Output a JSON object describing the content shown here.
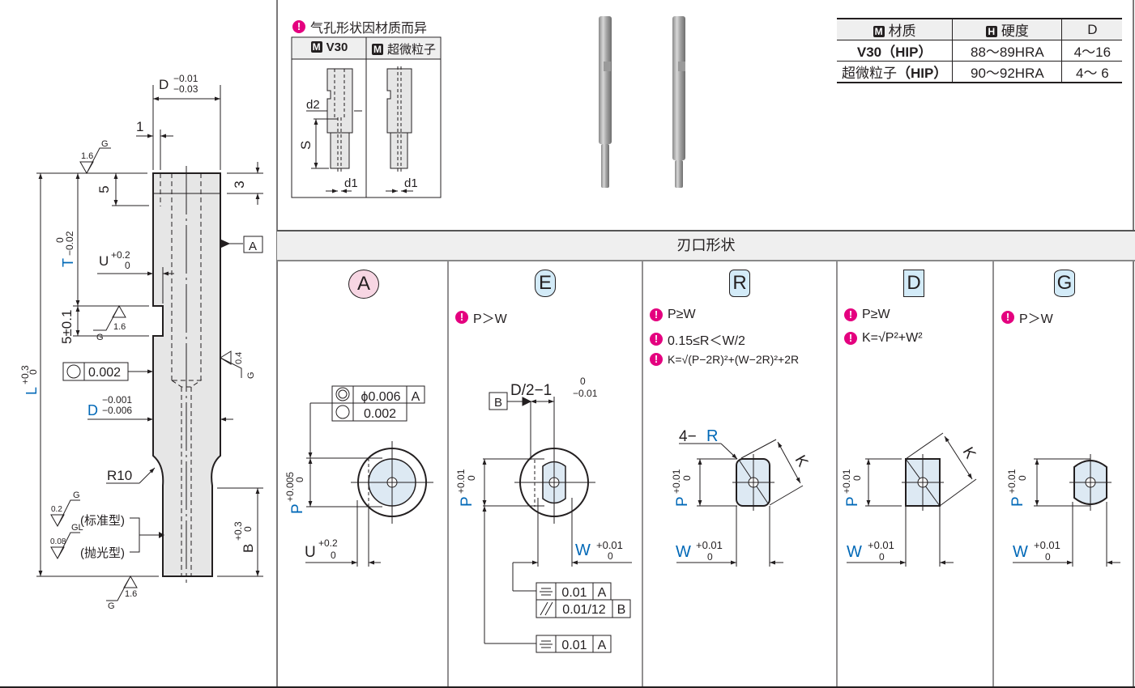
{
  "main_drawing": {
    "dim_D_top": {
      "label": "D",
      "upper": "−0.01",
      "lower": "−0.03"
    },
    "dim_1": "1",
    "dim_3": "3",
    "dim_5_top": "5",
    "dim_T": {
      "label": "T",
      "upper": "0",
      "lower": "−0.02"
    },
    "dim_U": {
      "label": "U",
      "upper": "+0.2",
      "lower": "0"
    },
    "dim_5_slot": "5±0.1",
    "dim_L": {
      "label": "L",
      "upper": "+0.3",
      "lower": "0"
    },
    "dim_D_mid": {
      "label": "D",
      "upper": "−0.001",
      "lower": "−0.006"
    },
    "dim_B": {
      "label": "B",
      "upper": "+0.3",
      "lower": "0"
    },
    "radius": "R10",
    "datum": "A",
    "roundness": "0.002",
    "roughness_top": {
      "value": "1.6",
      "process": "G"
    },
    "roughness_slot": {
      "value": "1.6",
      "process": "G"
    },
    "roughness_side": {
      "value": "0.4",
      "process": "G"
    },
    "roughness_bottom": {
      "value": "1.6",
      "process": "G"
    },
    "finish_standard": {
      "value": "0.2",
      "process": "G",
      "label": "(标准型)"
    },
    "finish_polished": {
      "value": "0.08",
      "process": "GL",
      "label": "(抛光型)"
    }
  },
  "vent_hole": {
    "note": "气孔形状因材质而异",
    "col1": {
      "badge": "M",
      "label": "V30"
    },
    "col2": {
      "badge": "M",
      "label": "超微粒子"
    },
    "labels": {
      "d2": "d2",
      "S": "S",
      "d1": "d1"
    }
  },
  "material_table": {
    "headers": [
      {
        "badge": "M",
        "label": "材质"
      },
      {
        "badge": "H",
        "label": "硬度"
      },
      {
        "badge": "",
        "label": "D"
      }
    ],
    "rows": [
      {
        "material": "V30",
        "suffix": "（HIP）",
        "hardness": "88～89HRA",
        "d": "4～16",
        "bold": true
      },
      {
        "material": "超微粒子",
        "suffix": "（HIP）",
        "hardness": "90～92HRA",
        "d": "4～ 6",
        "bold": false
      }
    ]
  },
  "section_title": "刃口形状",
  "shapes": [
    {
      "id": "A",
      "color": "#f7d6e3",
      "notes": [],
      "tolerance_frame": [
        {
          "symbol": "concentricity",
          "value": "ϕ0.006",
          "datum": "A"
        },
        {
          "symbol": "roundness",
          "value": "0.002",
          "datum": ""
        }
      ],
      "dim_P": {
        "label": "P",
        "upper": "+0.005",
        "lower": "0"
      },
      "dim_U": {
        "label": "U",
        "upper": "+0.2",
        "lower": "0"
      }
    },
    {
      "id": "E",
      "color": "#d3ebf8",
      "notes": [
        "P＞W"
      ],
      "dim_top": {
        "label": "D/2−1",
        "upper": "0",
        "lower": "−0.01"
      },
      "datum": "B",
      "dim_P": {
        "label": "P",
        "upper": "+0.01",
        "lower": "0"
      },
      "dim_W": {
        "label": "W",
        "upper": "+0.01",
        "lower": "0"
      },
      "tolerance_frame": [
        {
          "symbol": "symmetry",
          "value": "0.01",
          "datum": "A"
        },
        {
          "symbol": "parallelism",
          "value": "0.01/12",
          "datum": "B"
        }
      ],
      "tolerance_frame2": [
        {
          "symbol": "symmetry",
          "value": "0.01",
          "datum": "A"
        }
      ]
    },
    {
      "id": "R",
      "color": "#d3ebf8",
      "notes": [
        "P≥W",
        "0.15≤R＜W/2",
        "K=√(P−2R)²+(W−2R)²+2R"
      ],
      "corner": {
        "prefix": "4−",
        "label": "R"
      },
      "dim_K": "K",
      "dim_P": {
        "label": "P",
        "upper": "+0.01",
        "lower": "0"
      },
      "dim_W": {
        "label": "W",
        "upper": "+0.01",
        "lower": "0"
      }
    },
    {
      "id": "D",
      "color": "#d3ebf8",
      "notes": [
        "P≥W",
        "K=√P²+W²"
      ],
      "dim_K": "K",
      "dim_P": {
        "label": "P",
        "upper": "+0.01",
        "lower": "0"
      },
      "dim_W": {
        "label": "W",
        "upper": "+0.01",
        "lower": "0"
      }
    },
    {
      "id": "G",
      "color": "#d3ebf8",
      "notes": [
        "P＞W"
      ],
      "dim_P": {
        "label": "P",
        "upper": "+0.01",
        "lower": "0"
      },
      "dim_W": {
        "label": "W",
        "upper": "+0.01",
        "lower": "0"
      }
    }
  ],
  "colors": {
    "accent_blue": "#0068b7",
    "note_magenta": "#e4007f",
    "part_fill": "#e6e6e6",
    "shape_fill": "#dde9f3"
  }
}
